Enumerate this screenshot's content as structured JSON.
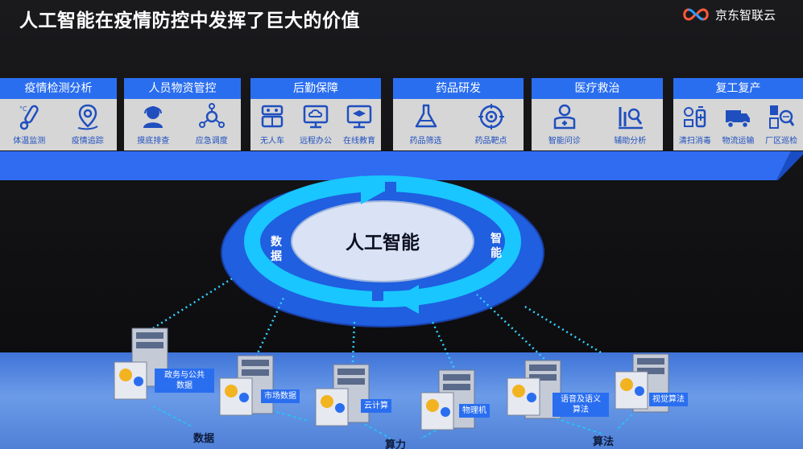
{
  "title": "人工智能在疫情防控中发挥了巨大的价值",
  "logo_text": "京东智联云",
  "categories": [
    {
      "label": "疫情检测分析",
      "items": [
        {
          "label": "体温监测",
          "icon": "thermometer-icon"
        },
        {
          "label": "疫情追踪",
          "icon": "location-pin-icon"
        }
      ]
    },
    {
      "label": "人员物资管控",
      "items": [
        {
          "label": "摸底排查",
          "icon": "person-headset-icon"
        },
        {
          "label": "应急调度",
          "icon": "network-hub-icon"
        }
      ]
    },
    {
      "label": "后勤保障",
      "items": [
        {
          "label": "无人车",
          "icon": "robot-vehicle-icon"
        },
        {
          "label": "远程办公",
          "icon": "cloud-monitor-icon"
        },
        {
          "label": "在线教育",
          "icon": "graduation-monitor-icon"
        }
      ]
    },
    {
      "label": "药品研发",
      "items": [
        {
          "label": "药品筛选",
          "icon": "flask-icon"
        },
        {
          "label": "药品靶点",
          "icon": "target-icon"
        }
      ]
    },
    {
      "label": "医疗救治",
      "items": [
        {
          "label": "智能问诊",
          "icon": "doctor-icon"
        },
        {
          "label": "辅助分析",
          "icon": "analysis-chart-icon"
        }
      ]
    },
    {
      "label": "复工复产",
      "items": [
        {
          "label": "清扫消毒",
          "icon": "disinfect-icon"
        },
        {
          "label": "物流运输",
          "icon": "truck-icon"
        },
        {
          "label": "厂区巡检",
          "icon": "inspection-icon"
        }
      ]
    }
  ],
  "center": {
    "label": "人工智能",
    "left": "数据",
    "right": "智能"
  },
  "servers": [
    {
      "label": "政务与公共\n数据"
    },
    {
      "label": "市场数据"
    },
    {
      "label": "云计算"
    },
    {
      "label": "物理机"
    },
    {
      "label": "语音及语义\n算法"
    },
    {
      "label": "视觉算法"
    }
  ],
  "bottom_labels": [
    "数据",
    "算力",
    "算法"
  ],
  "colors": {
    "accent": "#2a6ef0",
    "ring": "#1ec8ff",
    "ellipse": "#1f5fe0",
    "panel": "#d6d6d6"
  }
}
